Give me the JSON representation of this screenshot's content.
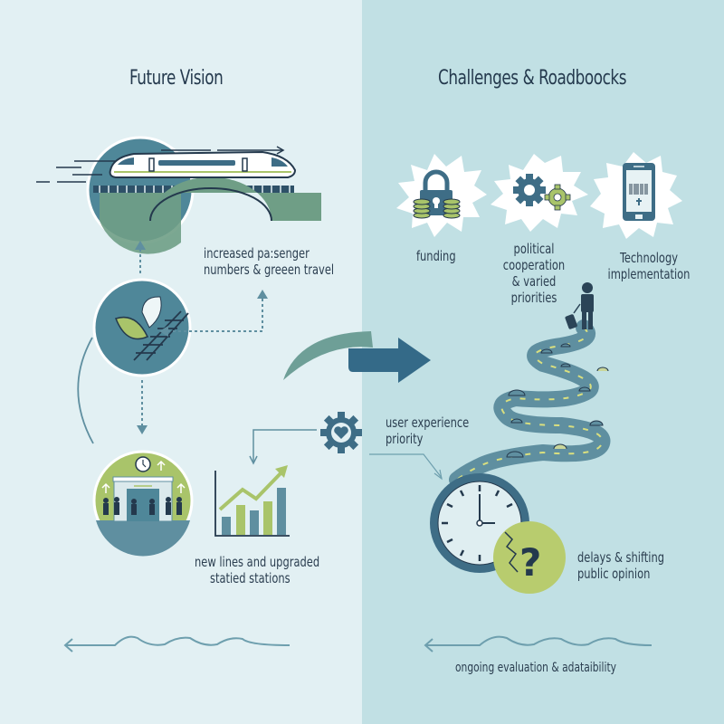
{
  "left_panel": {
    "title": "Future Vision",
    "labels": {
      "passenger": "increased pa:senger\nnumbers & greeen travel",
      "passenger_line1": "increased pa:senger",
      "passenger_line2": "numbers & greeen travel",
      "stations_line1": "new lines and upgraded",
      "stations_line2": "statied stations",
      "ux_line1": "user experience",
      "ux_line2": "priority"
    },
    "icons": [
      "high-speed-train-bridge",
      "leaf-railway-track",
      "station-with-people",
      "rising-bar-chart",
      "gear-heart"
    ],
    "mini_chart": {
      "bars": [
        3,
        5,
        4,
        5,
        7
      ],
      "trend": "up"
    }
  },
  "right_panel": {
    "title": "Challenges & Roadboocks",
    "challenges": [
      {
        "label_lines": [
          "funding"
        ],
        "icon": "lock-with-coins"
      },
      {
        "label_lines": [
          "political",
          "cooperation",
          "& varied",
          "priorities"
        ],
        "icon": "gears"
      },
      {
        "label_lines": [
          "Technology",
          "implementation"
        ],
        "icon": "smartphone-barcode"
      }
    ],
    "delays_line1": "delays & shifting",
    "delays_line2": "public opinion",
    "footer": "ongoing evaluation & adataibility",
    "icons": [
      "traveler-with-suitcase",
      "winding-road",
      "clock",
      "cracked-question-mark"
    ]
  },
  "colors": {
    "left_bg": "#e2f0f3",
    "right_bg": "#c1e0e4",
    "teal_dark": "#3e6d86",
    "teal_mid": "#5f8fa0",
    "green": "#a9c46a",
    "green_light": "#c6d78a",
    "navy": "#24394d",
    "arrow_line": "#6e9fae"
  }
}
